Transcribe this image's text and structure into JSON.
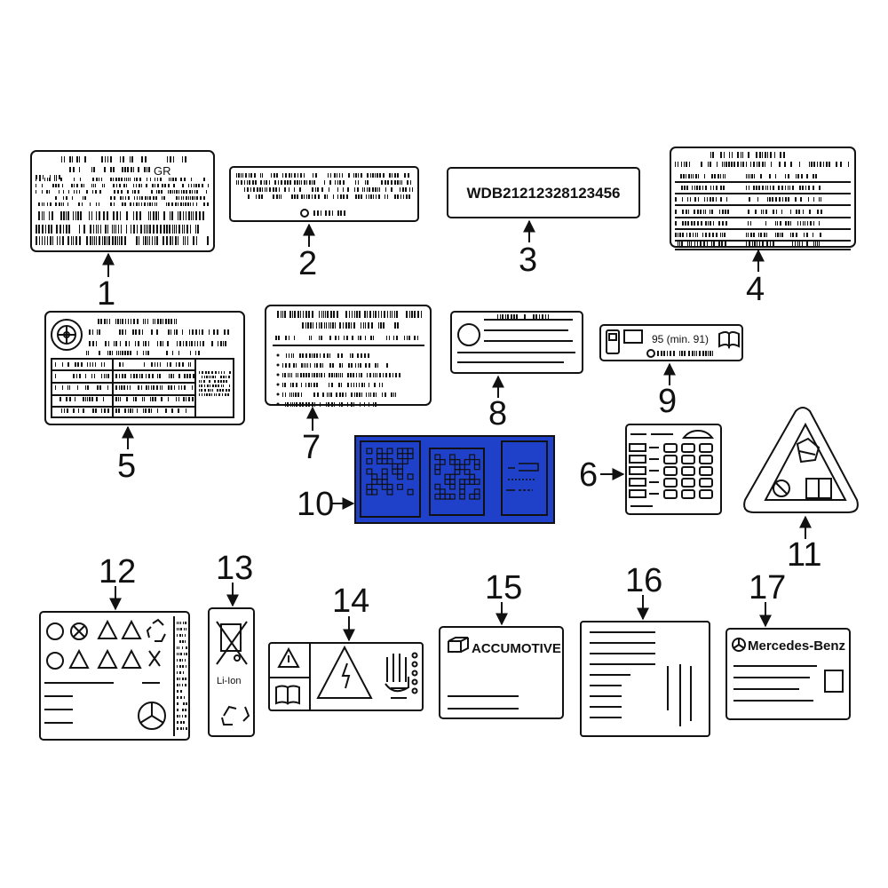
{
  "callouts": {
    "c1": "1",
    "c2": "2",
    "c3": "3",
    "c4": "4",
    "c5": "5",
    "c6": "6",
    "c7": "7",
    "c8": "8",
    "c9": "9",
    "c10": "10",
    "c11": "11",
    "c12": "12",
    "c13": "13",
    "c14": "14",
    "c15": "15",
    "c16": "16",
    "c17": "17"
  },
  "labels": {
    "vin_text": "WDB21212328123456",
    "fuel_text": "95 (min. 91)",
    "lithium_text": "Li-Ion",
    "accumotive_text": "ACCUMOTIVE",
    "mercedes_text": "Mercedes-Benz",
    "gr_code": "GR"
  },
  "colors": {
    "highlight": "#1f40c8",
    "ink": "#111111"
  },
  "icons": [
    "tire-icon",
    "warning-triangle-icon",
    "lightning-icon",
    "hand-icon",
    "recycle-icon",
    "crossed-bin-icon",
    "mercedes-star-icon",
    "book-icon",
    "fuel-pump-icon"
  ]
}
